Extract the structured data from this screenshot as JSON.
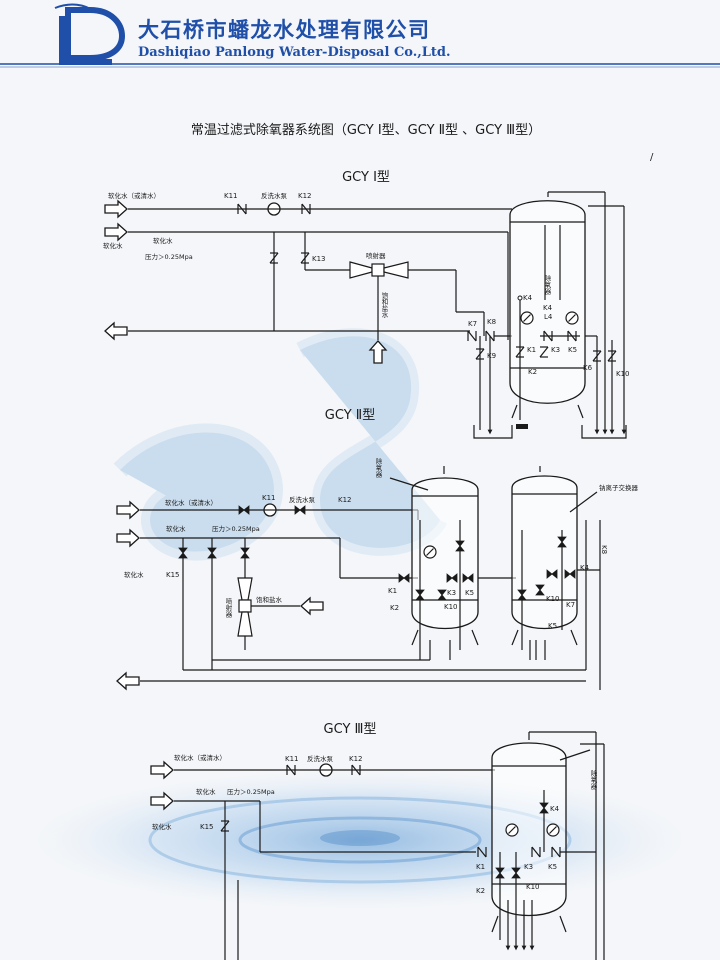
{
  "header": {
    "logo_letters": "DL",
    "company_cn": "大石桥市蟠龙水处理有限公司",
    "company_en": "Dashiqiao Panlong Water-Disposal Co.,Ltd.",
    "brand_color": "#1f4fa8"
  },
  "page_title": "常温过滤式除氧器系统图（GCY Ⅰ型、GCY Ⅱ型 、GCY Ⅲ型）",
  "diagram1": {
    "title": "GCY Ⅰ型",
    "label_soft_or_clear": "软化水（或清水）",
    "label_soft_left": "软化水",
    "label_soft": "软化水",
    "label_pressure": "压力＞0.25Mpa",
    "label_backwash_pump": "反洗水泵",
    "label_ejector": "喷射器",
    "label_brine": "饱和盐水",
    "label_deaerator": "除氧器",
    "valves": {
      "k11": "K11",
      "k12": "K12",
      "k13": "K13",
      "k4": "K4",
      "l4": "L4",
      "k7": "K7",
      "k8": "K8",
      "k9": "K9",
      "k1": "K1",
      "k2": "K2",
      "k3": "K3",
      "k5": "K5",
      "k6": "K6",
      "k10": "K10"
    }
  },
  "diagram2": {
    "title": "GCY Ⅱ型",
    "label_soft_or_clear": "软化水（或清水）",
    "label_soft": "软化水",
    "label_soft_left": "软化水",
    "label_pressure": "压力＞0.25Mpa",
    "label_backwash_pump": "反洗水泵",
    "label_ejector": "喷射器",
    "label_brine": "饱和盐水",
    "label_deaerator": "除氧器",
    "label_exchanger": "钠离子交换器",
    "valves": {
      "k11": "K11",
      "k12": "K12",
      "k15": "K15",
      "k1": "K1",
      "k2": "K2",
      "k3": "K3",
      "k5": "K5",
      "k10": "K10",
      "k10b": "K10",
      "k4": "K4",
      "k7": "K7",
      "k5b": "K5",
      "k8": "K8"
    }
  },
  "diagram3": {
    "title": "GCY Ⅲ型",
    "label_soft_or_clear": "软化水（或清水）",
    "label_soft": "软化水",
    "label_soft_left": "软化水",
    "label_pressure": "压力＞0.25Mpa",
    "label_backwash_pump": "反洗水泵",
    "label_deaerator": "除氧器",
    "valves": {
      "k11": "K11",
      "k12": "K12",
      "k15": "K15",
      "k4": "K4",
      "k1": "K1",
      "k2": "K2",
      "k3": "K3",
      "k5": "K5",
      "k10": "K10"
    }
  }
}
